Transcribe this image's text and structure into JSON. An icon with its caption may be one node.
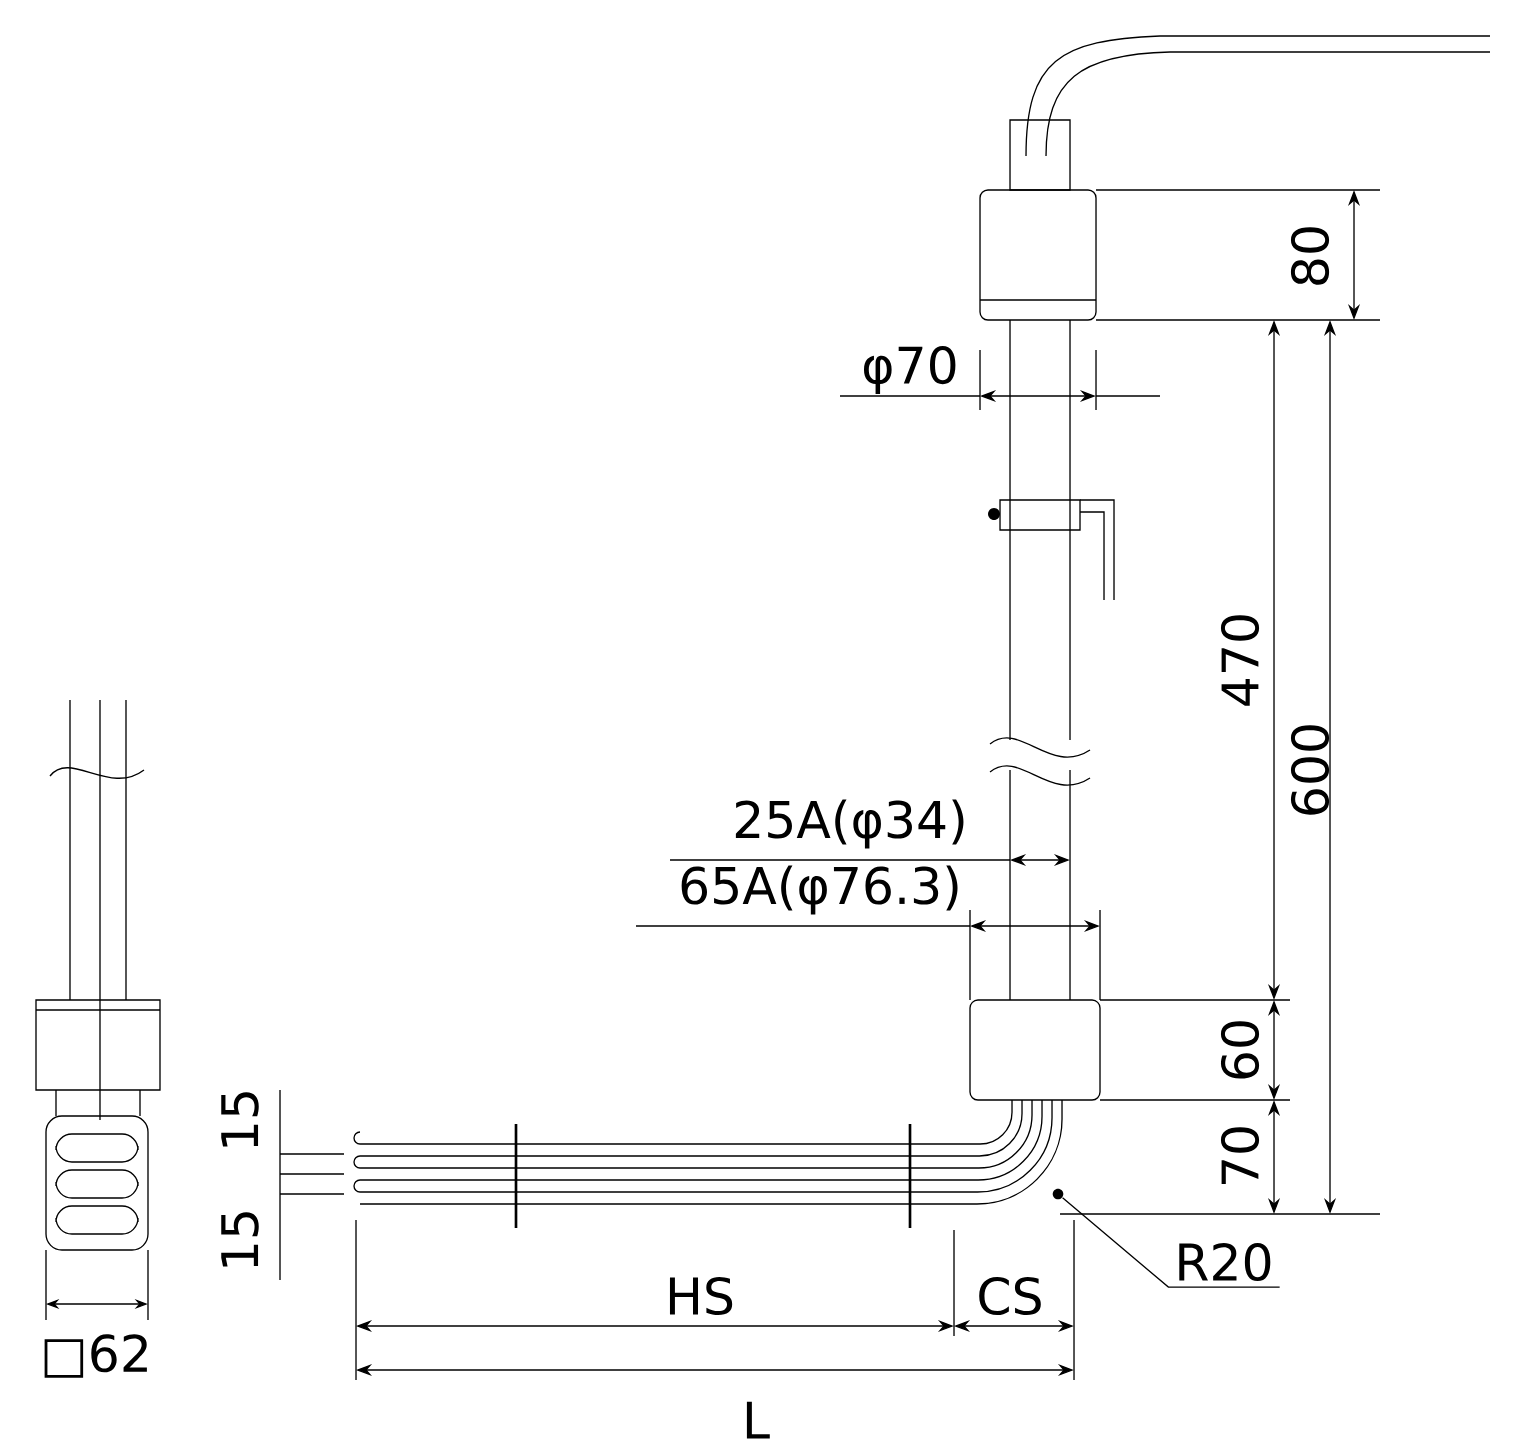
{
  "diagram": {
    "nodes": [
      {
        "text": [
          "R20"
        ]
      },
      {
        "text": [],
        "shape": "circle"
      }
    ],
    "edges": [
      {
        "from": 0,
        "to": 1,
        "arrow": "none"
      }
    ],
    "labels": [
      "80",
      "φ70",
      "470",
      "600",
      "25A(φ34)",
      "65A(φ76.3)",
      "60",
      "70",
      "15",
      "15",
      "HS",
      "CS",
      "L",
      "□62"
    ]
  }
}
